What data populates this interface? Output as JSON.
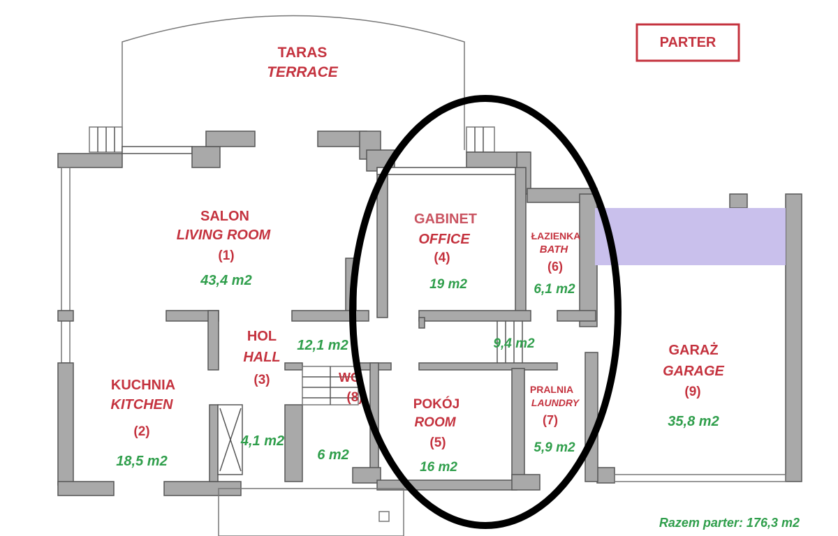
{
  "title": "PARTER",
  "total": "Razem parter: 176,3 m2",
  "colors": {
    "label": "#c4323e",
    "area": "#2f9e4b",
    "garage_overlay": "#c9c0ec",
    "ellipse": "#000000"
  },
  "rooms": {
    "terrace": {
      "pl": "TARAS",
      "en": "TERRACE"
    },
    "living": {
      "pl": "SALON",
      "en": "LIVING ROOM",
      "num": "(1)",
      "area": "43,4 m2"
    },
    "kitchen": {
      "pl": "KUCHNIA",
      "en": "KITCHEN",
      "num": "(2)",
      "area": "18,5 m2"
    },
    "hall": {
      "pl": "HOL",
      "en": "HALL",
      "num": "(3)",
      "area": "12,1 m2",
      "area2": "4,1 m2"
    },
    "office": {
      "pl": "GABINET",
      "en": "OFFICE",
      "num": "(4)",
      "area": "19 m2"
    },
    "room": {
      "pl": "POKÓJ",
      "en": "ROOM",
      "num": "(5)",
      "area": "16 m2"
    },
    "bath": {
      "pl": "ŁAZIENKA",
      "en": "BATH",
      "num": "(6)",
      "area": "6,1 m2"
    },
    "laundry": {
      "pl": "PRALNIA",
      "en": "LAUNDRY",
      "num": "(7)",
      "area": "5,9 m2"
    },
    "wc": {
      "pl": "WC",
      "num": "(8)",
      "area": "6 m2"
    },
    "garage": {
      "pl": "GARAŻ",
      "en": "GARAGE",
      "num": "(9)",
      "area": "35,8 m2"
    },
    "corridor": {
      "area": "9,4 m2"
    }
  }
}
